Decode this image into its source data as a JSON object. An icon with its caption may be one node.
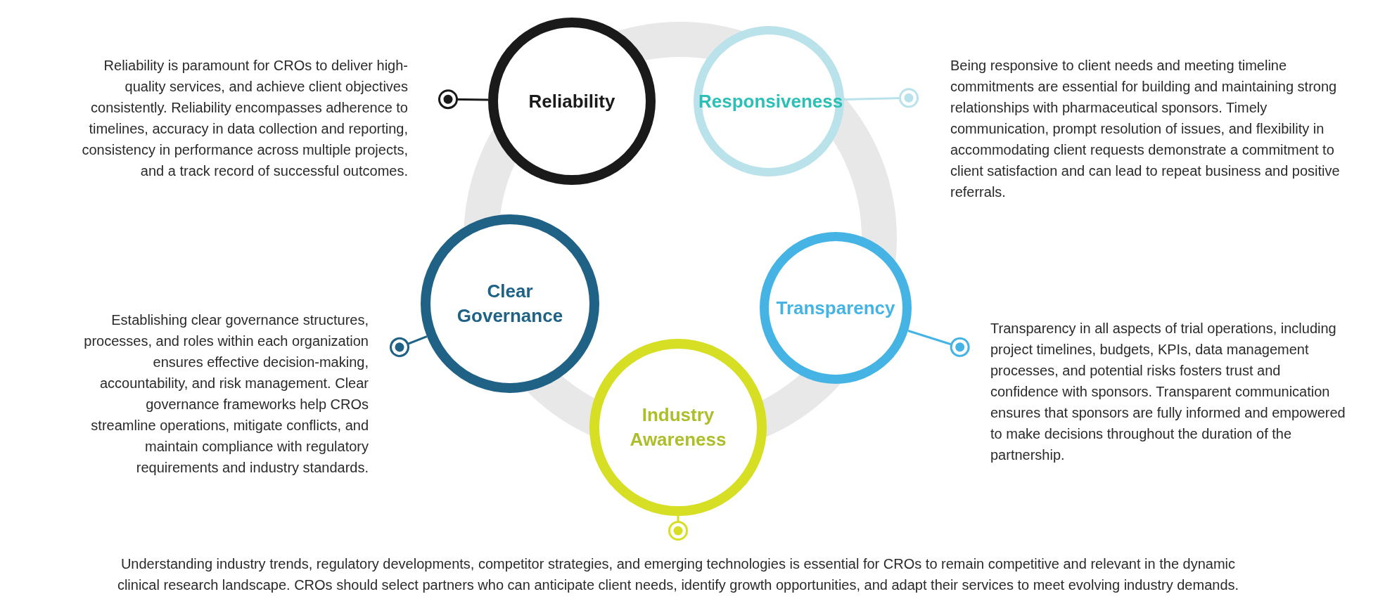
{
  "diagram": {
    "nodes": [
      {
        "text": [
          "Reliability"
        ]
      },
      {
        "text": [
          "Responsiveness"
        ]
      },
      {
        "text": [
          "Clear Governance"
        ]
      },
      {
        "text": [
          "Transparency"
        ]
      },
      {
        "text": [
          "Industry Awareness"
        ]
      },
      {
        "text": [
          "Reliability is paramount for CROs to deliver high-quality services, and achieve client objectives consistently. Reliability encompasses adherence to timelines, accuracy in data collection and reporting, consistency in performance across multiple projects, and a track record of successful outcomes."
        ]
      },
      {
        "text": [
          "Being responsive to client needs and meeting timeline commitments are essential for building and maintaining strong relationships with pharmaceutical sponsors. Timely communication, prompt resolution of issues, and flexibility in accommodating client requests demonstrate a commitment to client satisfaction and can lead to repeat business and positive referrals."
        ]
      },
      {
        "text": [
          "Establishing clear governance structures, processes, and roles within each organization ensures effective decision-making, accountability, and risk management. Clear governance frameworks help CROs streamline operations, mitigate conflicts, and maintain compliance with regulatory requirements and industry standards."
        ]
      },
      {
        "text": [
          "Transparency in all aspects of trial operations, including project timelines, budgets, KPIs, data management processes, and potential risks fosters trust and confidence with sponsors. Transparent communication ensures that sponsors are fully informed and empowered to make decisions throughout the duration of the partnership."
        ]
      },
      {
        "text": [
          "Understanding industry trends, regulatory developments, competitor strategies, and emerging technologies is essential for CROs to remain competitive and relevant in the dynamic clinical research landscape. CROs should select partners who can anticipate client needs, identify growth opportunities, and adapt their services to meet evolving industry demands."
        ]
      }
    ],
    "edges": [
      {
        "from": 0,
        "to": 5,
        "arrow": "other",
        "color": "#1a1a1a"
      },
      {
        "from": 1,
        "to": 6,
        "arrow": "other",
        "color": "#b9e2ea"
      },
      {
        "from": 2,
        "to": 7,
        "arrow": "other",
        "color": "#1f6285"
      },
      {
        "from": 3,
        "to": 8,
        "arrow": "other",
        "color": "#45b4e5"
      },
      {
        "from": 4,
        "to": 9,
        "arrow": "other",
        "color": "#d6df23"
      }
    ]
  }
}
